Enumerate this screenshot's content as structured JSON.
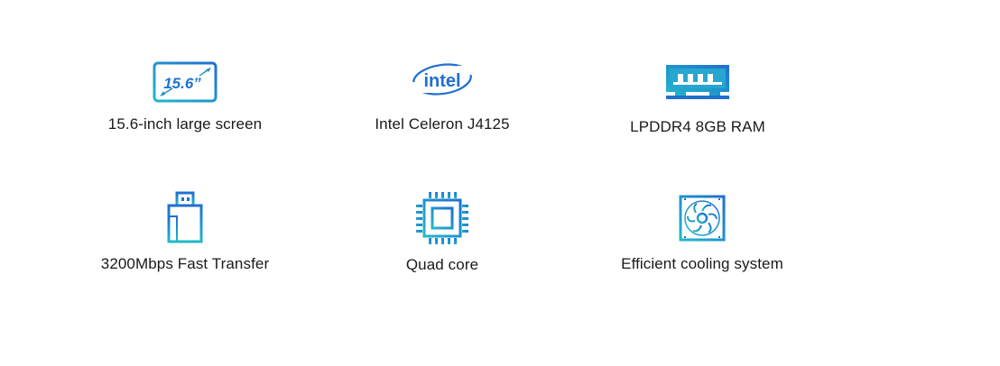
{
  "features": [
    {
      "label": "15.6-inch large screen",
      "icon": "screen-size-icon",
      "icon_text": "15.6”"
    },
    {
      "label": "Intel Celeron J4125",
      "icon": "intel-logo-icon",
      "icon_text": "intel"
    },
    {
      "label": "LPDDR4 8GB RAM",
      "icon": "ram-chip-icon"
    },
    {
      "label": "3200Mbps Fast Transfer",
      "icon": "usb-connector-icon"
    },
    {
      "label": "Quad core",
      "icon": "cpu-chip-icon"
    },
    {
      "label": "Efficient cooling system",
      "icon": "cooling-fan-icon"
    }
  ],
  "colors": {
    "gradient_start": "#22b8c9",
    "gradient_end": "#1f6fd1",
    "text": "#1a1a1a",
    "background": "#ffffff"
  }
}
